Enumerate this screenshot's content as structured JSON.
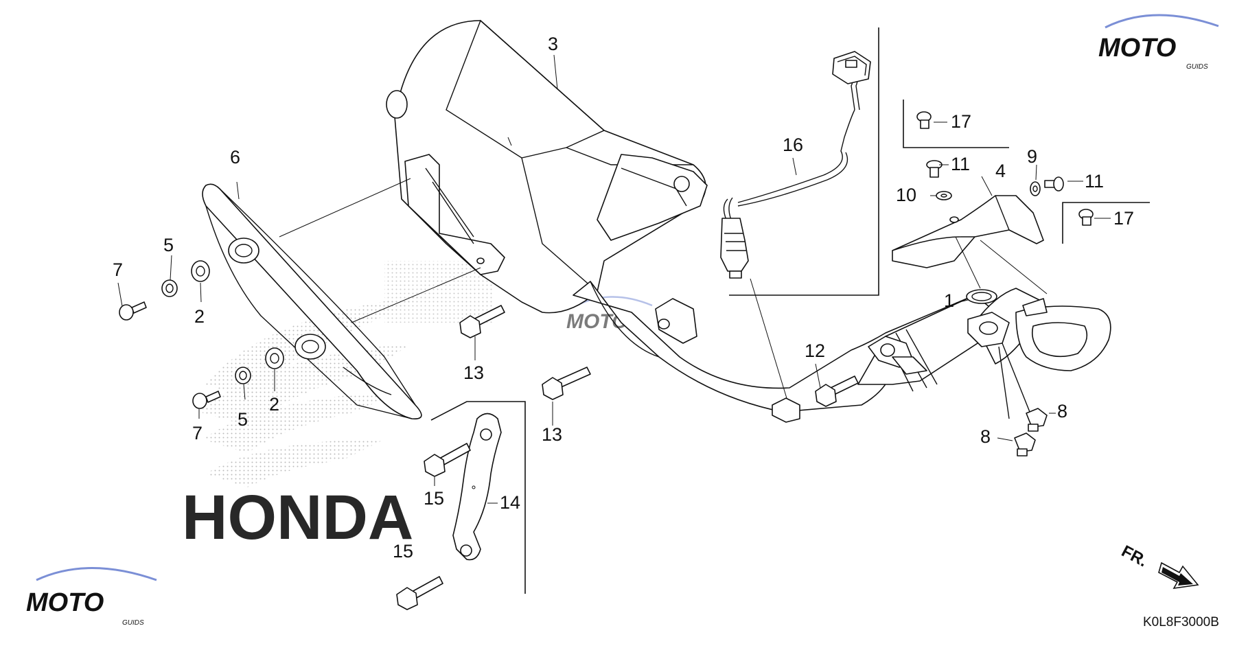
{
  "diagram": {
    "code": "K0L8F3000B",
    "direction_label": "FR.",
    "callouts": {
      "c1": "1",
      "c2a": "2",
      "c2b": "2",
      "c3": "3",
      "c4": "4",
      "c5a": "5",
      "c5b": "5",
      "c6": "6",
      "c7a": "7",
      "c7b": "7",
      "c8a": "8",
      "c8b": "8",
      "c9": "9",
      "c10": "10",
      "c11a": "11",
      "c11b": "11",
      "c12": "12",
      "c13a": "13",
      "c13b": "13",
      "c14": "14",
      "c15a": "15",
      "c15b": "15",
      "c16": "16",
      "c17a": "17",
      "c17b": "17"
    }
  },
  "watermark": {
    "text_top": "MOTO",
    "sub_top": "GUIDS",
    "text_bottom": "MOTO",
    "sub_bottom": "GUIDS",
    "brand_mark": "HONDA",
    "color": "#e53935"
  }
}
